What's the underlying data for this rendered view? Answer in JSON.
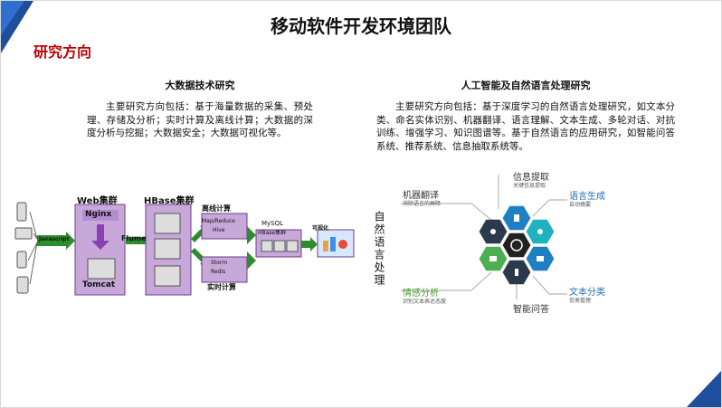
{
  "slide": {
    "title": "移动软件开发环境团队",
    "section": "研究方向"
  },
  "left": {
    "heading": "大数据技术研究",
    "body": "主要研究方向包括：基于海量数据的采集、预处理、存储及分析；实时计算及离线计算；大数据的深度分析与挖掘；大数据安全；大数据可视化等。",
    "diagram": {
      "web_cluster": "Web集群",
      "nginx": "Nginx",
      "tomcat": "Tomcat",
      "javascript": "Javascript",
      "flume": "Flume",
      "hbase_cluster": "HBase集群",
      "offline": "离线计算",
      "mapreduce": "Map/Reduce",
      "hive": "Hive",
      "storm": "Storm",
      "redis": "Redis",
      "realtime": "实时计算",
      "mysql": "MySQL",
      "hbase_group": "HBase集群",
      "visual": "可视化"
    }
  },
  "right": {
    "heading": "人工智能及自然语言处理研究",
    "body": "主要研究方向包括：基于深度学习的自然语言处理研究，如文本分类、命名实体识别、机器翻译、语言理解、文本生成、多轮对话、对抗训练、增强学习、知识图谱等。基于自然语言的应用研究，如智能问答系统、推荐系统、信息抽取系统等。",
    "diagram": {
      "vertical": "自然语言处理",
      "items": [
        {
          "title": "机器翻译",
          "sub": "消除语言的屏障",
          "color": "#333333"
        },
        {
          "title": "信息提取",
          "sub": "关键信息提取",
          "color": "#333333"
        },
        {
          "title": "语言生成",
          "sub": "自动摘要",
          "color": "#1f6db5"
        },
        {
          "title": "情感分析",
          "sub": "识别文本表达态度",
          "color": "#4a9a2c"
        },
        {
          "title": "智能问答",
          "sub": "",
          "color": "#333333"
        },
        {
          "title": "文本分类",
          "sub": "信类管理",
          "color": "#1f6db5"
        }
      ],
      "colors": {
        "dark": "#2b3a4a",
        "teal": "#1fb3bf",
        "blue": "#1f7fc4",
        "green": "#4caf50",
        "black": "#222222"
      }
    }
  }
}
